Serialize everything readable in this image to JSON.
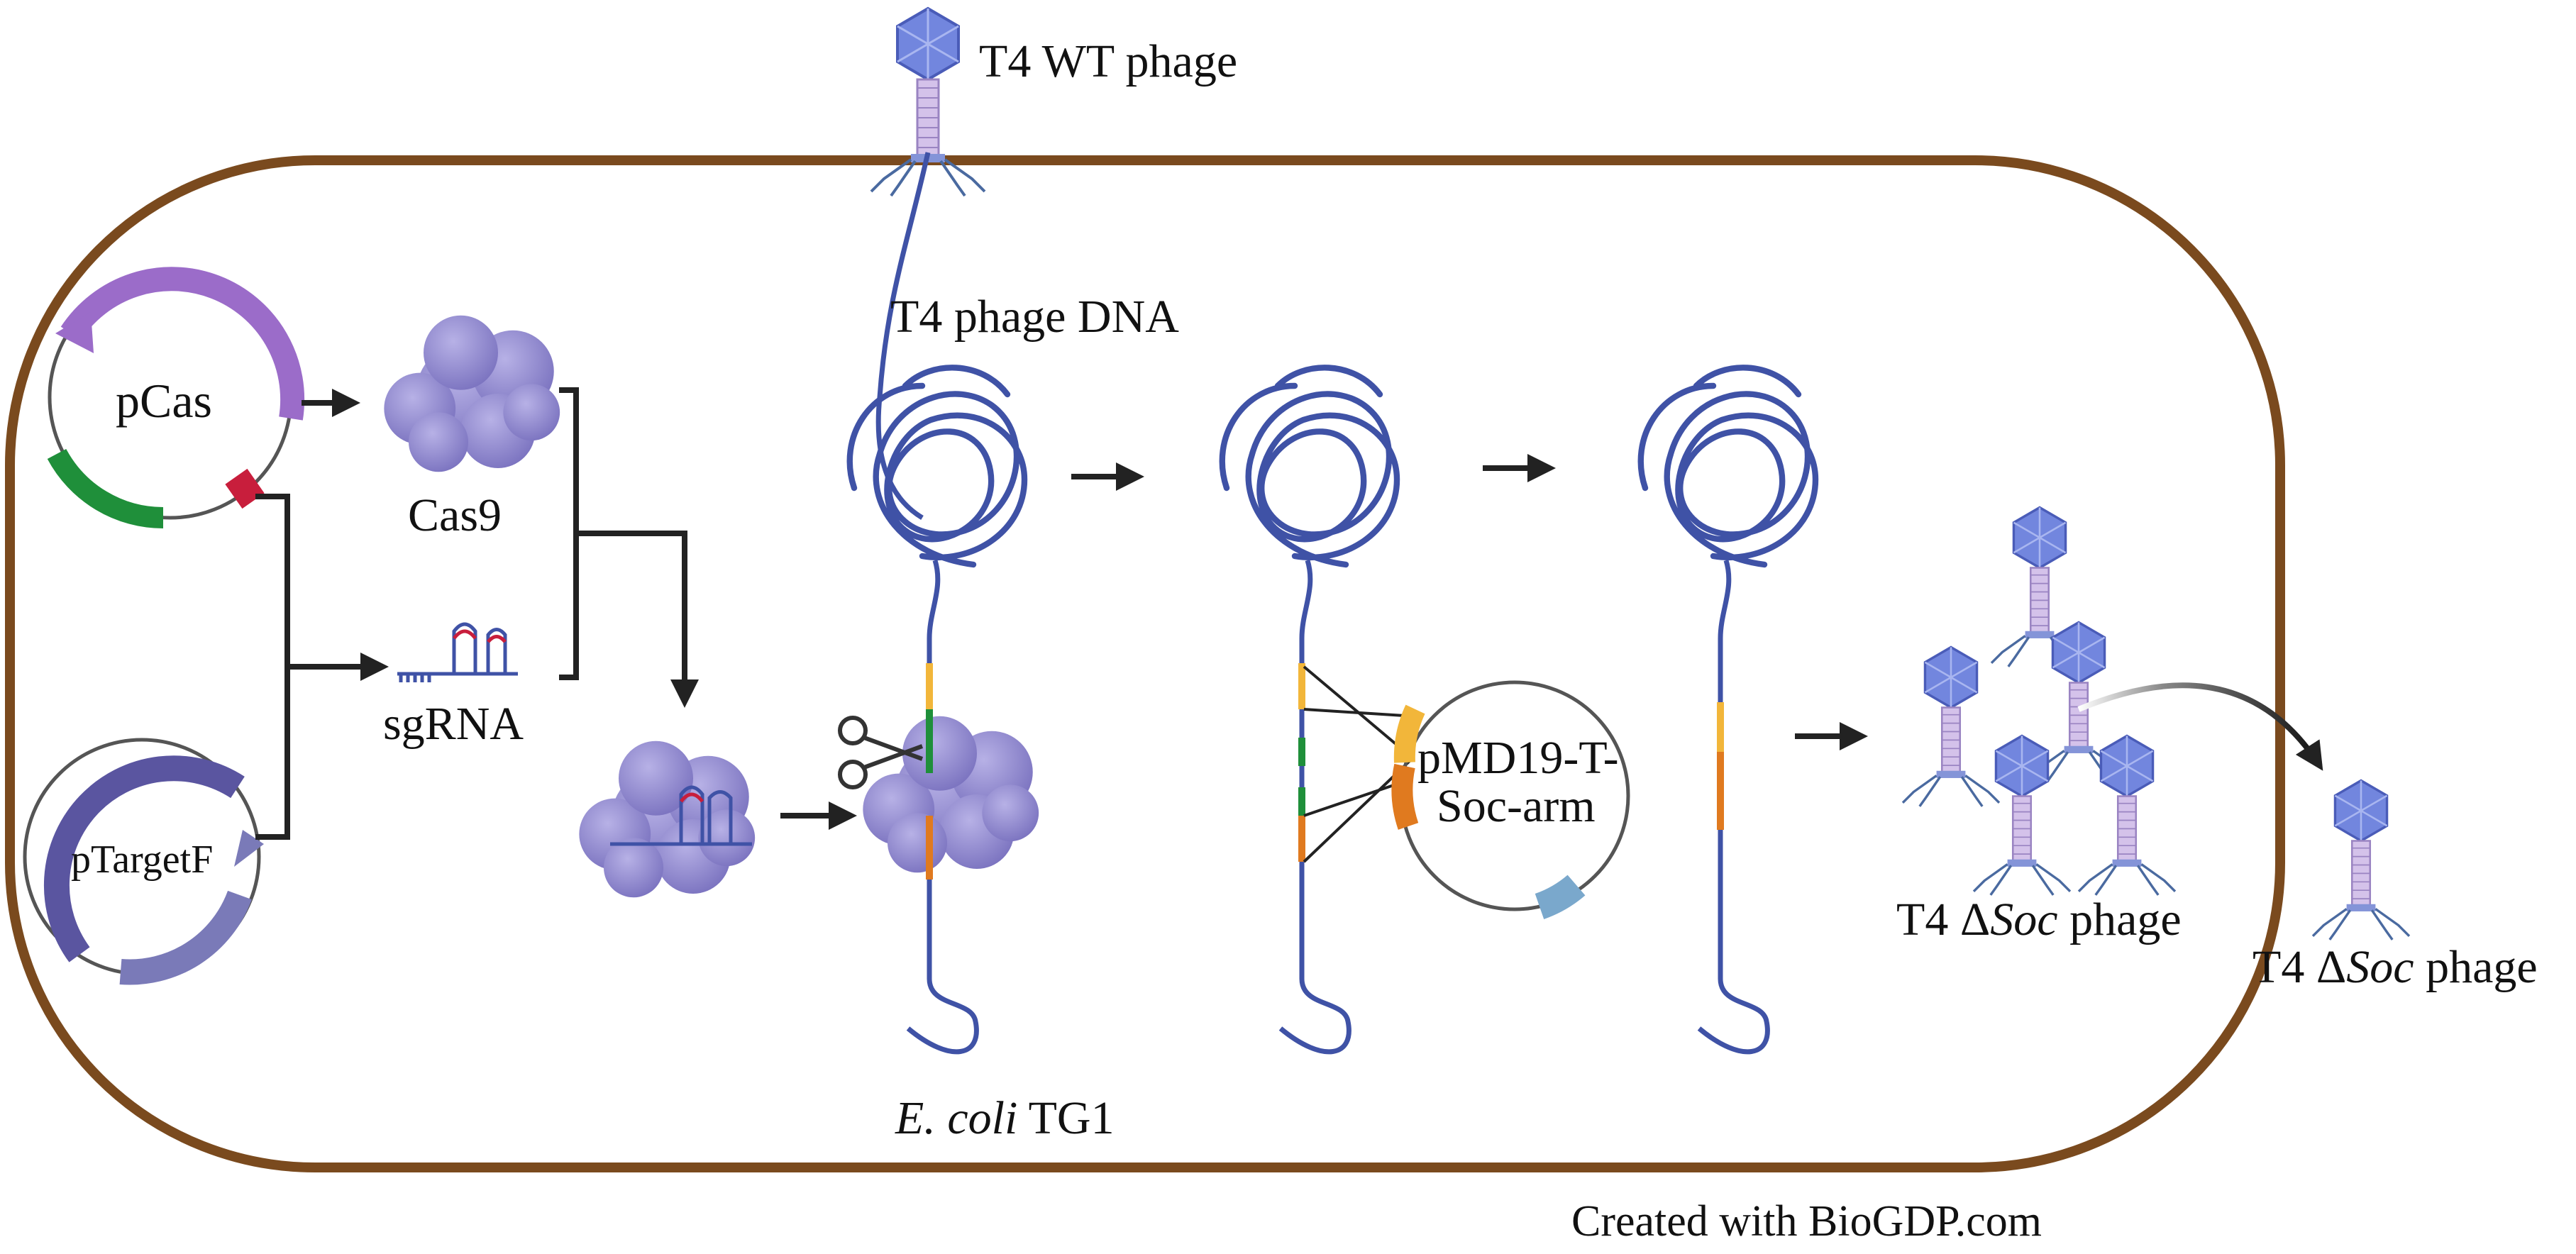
{
  "labels": {
    "t4_wt_phage": "T4 WT phage",
    "t4_phage_dna": "T4 phage DNA",
    "pcas": "pCas",
    "cas9": "Cas9",
    "sgrna": "sgRNA",
    "ptargetf": "pTargetF",
    "ecoli_italic": "E. coli",
    "ecoli_strain": " TG1",
    "pmd19_line1": "pMD19-T-",
    "pmd19_line2": "Soc-arm",
    "t4_prefix": "T4 Δ",
    "soc_italic": "Soc",
    "phage_suffix": " phage",
    "credit": "Created with BioGDP.com"
  },
  "colors": {
    "cell_border": "#7a4a1e",
    "dna": "#3f52a6",
    "arrow": "#222222",
    "cas9_protein": "#8d86c9",
    "pcas_arc": "#9b6cc9",
    "green_segment": "#1f8f3a",
    "red_marker": "#c81e3c",
    "ptargetf_arc": "#5a55a0",
    "homology_yellow": "#f2b63a",
    "homology_orange": "#e07a1f",
    "plasmid_blue": "#7aa8cc",
    "phage_head": "#6a7fd8",
    "phage_tail": "#c9b6e0"
  },
  "icons": {
    "phage": "bacteriophage-icon",
    "scissors": "scissors-icon",
    "protein": "protein-blob-icon"
  }
}
